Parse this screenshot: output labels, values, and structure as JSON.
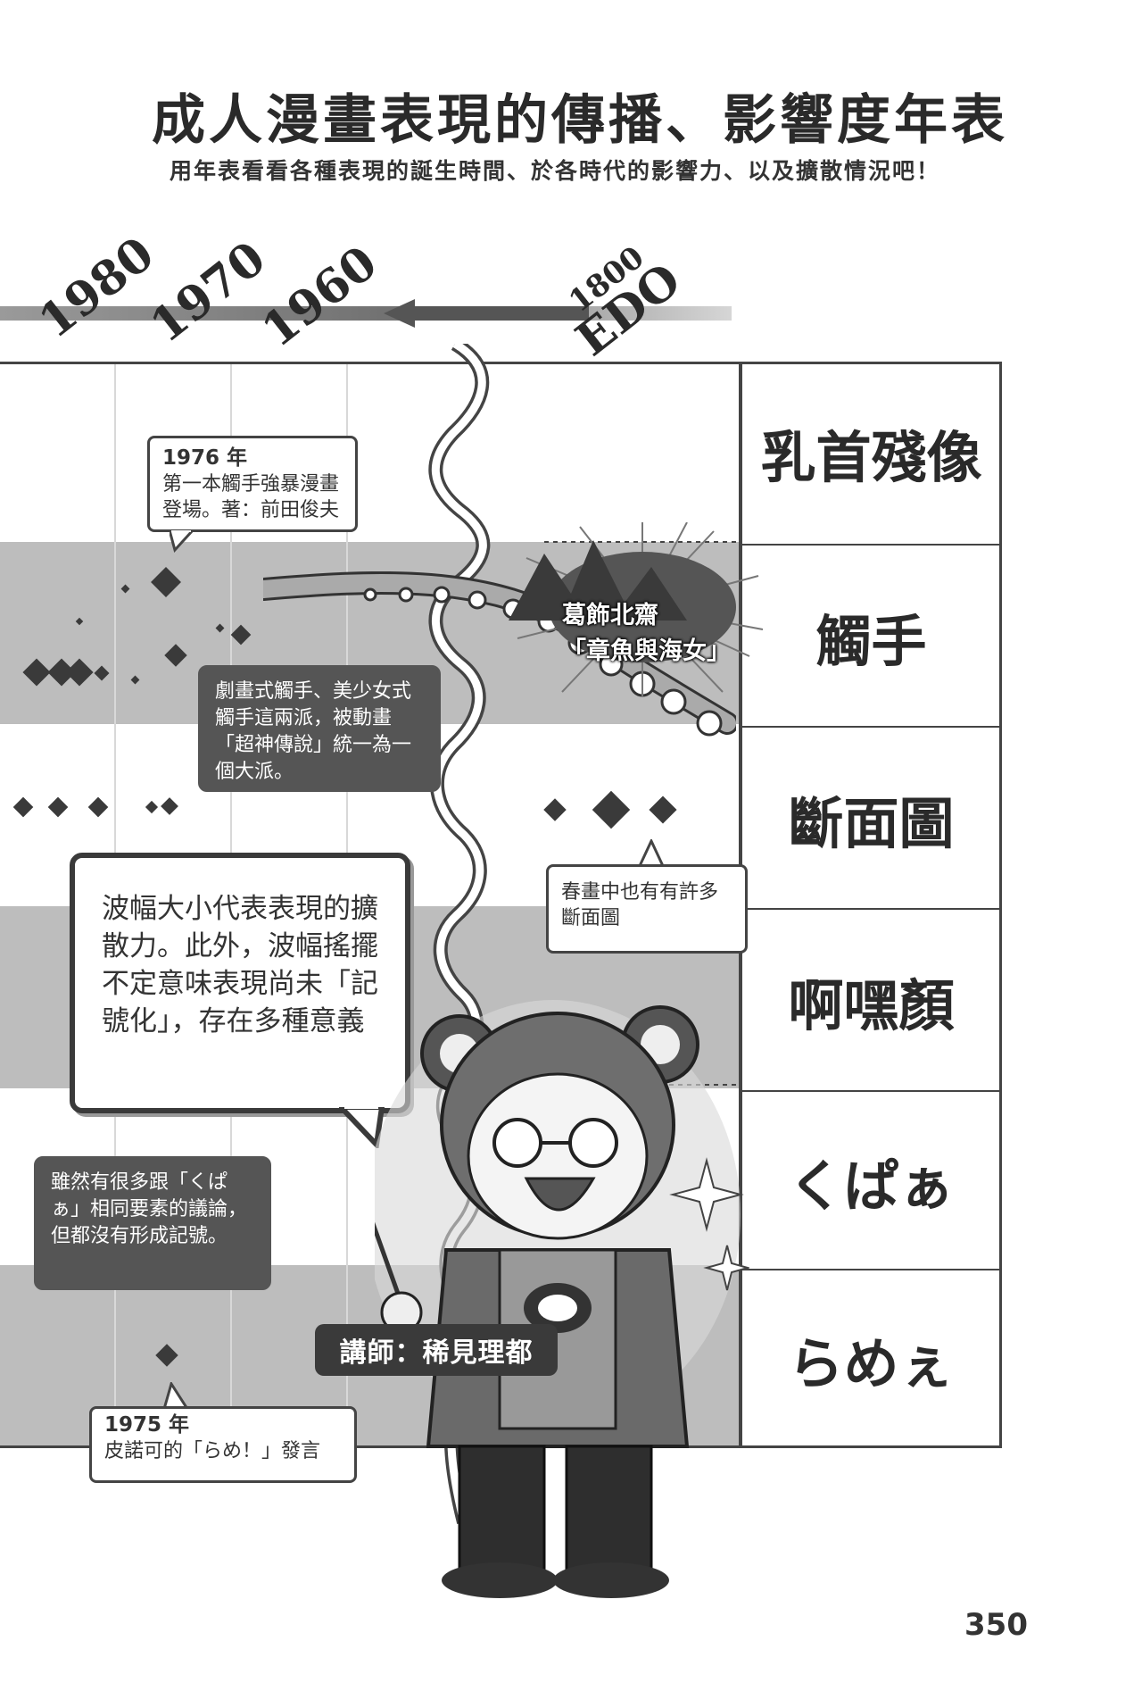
{
  "header": {
    "title": "成人漫畫表現的傳播、影響度年表",
    "subtitle": "用年表看看各種表現的誕生時間、於各時代的影響力、以及擴散情況吧！"
  },
  "timeline": {
    "years": [
      "1980",
      "1970",
      "1960"
    ],
    "edo_year": "1800",
    "edo_label": "EDO"
  },
  "categories": [
    {
      "label": "乳首殘像"
    },
    {
      "label": "觸手"
    },
    {
      "label": "斷面圖"
    },
    {
      "label": "啊嘿顏"
    },
    {
      "label": "くぱぁ"
    },
    {
      "label": "らめぇ"
    }
  ],
  "callouts": {
    "tentacle_1976_year": "1976 年",
    "tentacle_1976_text": "第一本觸手強暴漫畫登場。著：前田俊夫",
    "tentacle_school": "劇畫式觸手、美少女式觸手這兩派，被動畫「超神傳說」統一為一個大派。",
    "shunga_crosssection": "春畫中也有有許多斷面圖",
    "wave_explain": "波幅大小代表表現的擴散力。此外，波幅搖擺不定意味表現尚未「記號化」，存在多種意義",
    "kupaa_note": "雖然有很多跟「くぱぁ」相同要素的議論，但都沒有形成記號。",
    "rame_1975_year": "1975 年",
    "rame_1975_text": "皮諾可的「らめ！」發言"
  },
  "hokusai": {
    "line1": "葛飾北齋",
    "line2": "「章魚與海女」"
  },
  "teacher_label": "講師：稀見理都",
  "page_number": "350",
  "colors": {
    "band_gray": "#bdbdbd",
    "ink": "#2a2a2a"
  }
}
